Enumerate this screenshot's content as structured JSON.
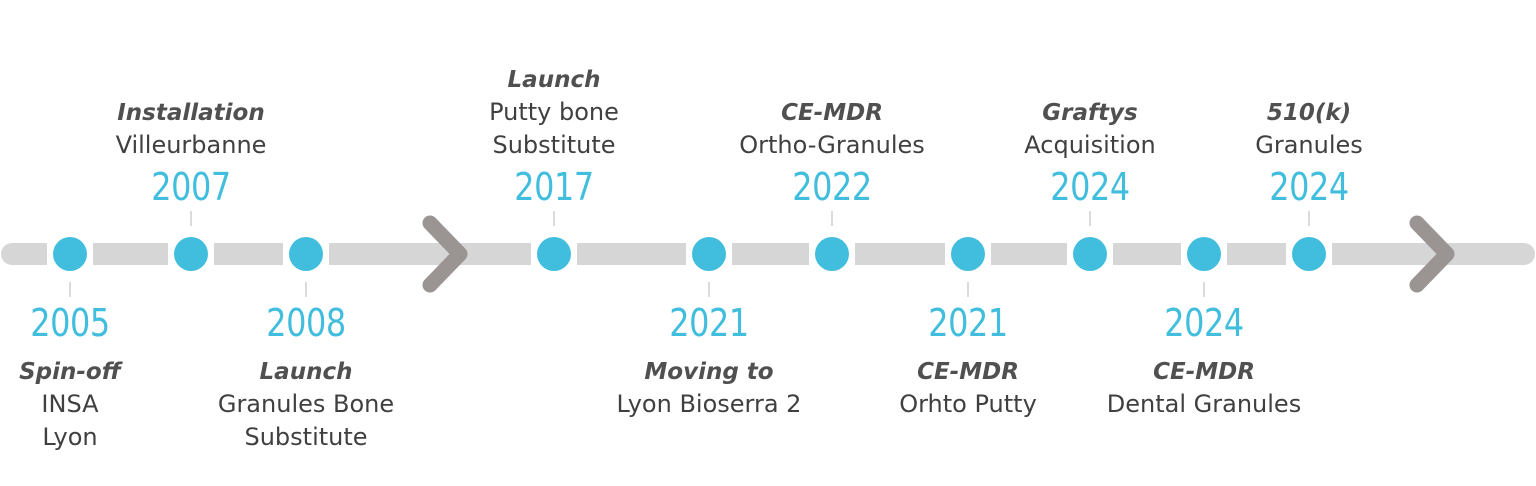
{
  "colors": {
    "line": "#D6D6D6",
    "dot": "#41BEDD",
    "arrow": "#9A9593",
    "year": "#41BEDD",
    "title": "#505050",
    "text": "#404040"
  },
  "events": [
    {
      "id": "e2005-spin-off",
      "year": "2005",
      "title": "Spin-off",
      "lines": [
        "INSA",
        "Lyon"
      ],
      "side": "below"
    },
    {
      "id": "e2007-installation",
      "year": "2007",
      "title": "Installation",
      "lines": [
        "Villeurbanne"
      ],
      "side": "above"
    },
    {
      "id": "e2008-launch",
      "year": "2008",
      "title": "Launch",
      "lines": [
        "Granules Bone",
        "Substitute"
      ],
      "side": "below"
    },
    {
      "id": "e2017-launch",
      "year": "2017",
      "title": "Launch",
      "lines": [
        "Putty bone",
        "Substitute"
      ],
      "side": "above"
    },
    {
      "id": "e2021-moving",
      "year": "2021",
      "title": "Moving to",
      "lines": [
        "Lyon Bioserra 2"
      ],
      "side": "below"
    },
    {
      "id": "e2022-ce-mdr",
      "year": "2022",
      "title": "CE-MDR",
      "lines": [
        "Ortho-Granules"
      ],
      "side": "above"
    },
    {
      "id": "e2021-ce-mdr",
      "year": "2021",
      "title": "CE-MDR",
      "lines": [
        "Orhto Putty"
      ],
      "side": "below"
    },
    {
      "id": "e2024-graftys",
      "year": "2024",
      "title": "Graftys",
      "lines": [
        "Acquisition"
      ],
      "side": "above"
    },
    {
      "id": "e2024-ce-mdr",
      "year": "2024",
      "title": "CE-MDR",
      "lines": [
        "Dental Granules"
      ],
      "side": "below"
    },
    {
      "id": "e2024-510k",
      "year": "2024",
      "title": "510(k)",
      "lines": [
        "Granules"
      ],
      "side": "above"
    }
  ]
}
